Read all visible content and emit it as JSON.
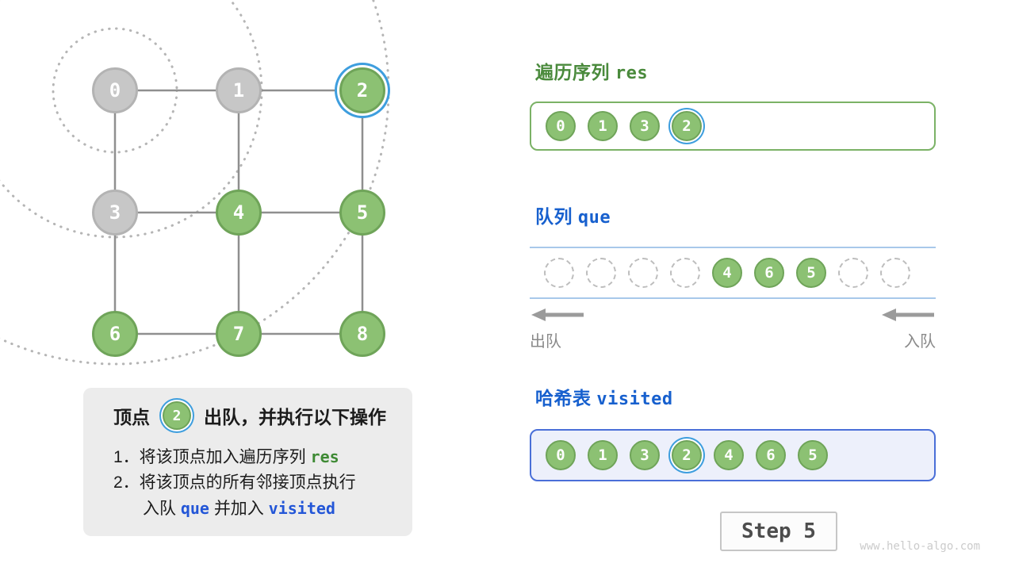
{
  "colors": {
    "green_fill": "#8CC173",
    "green_border": "#6FA459",
    "gray_fill": "#C7C7C7",
    "gray_border": "#B3B3B3",
    "highlight_ring": "#3E9EDE",
    "edge": "#8F8F8F",
    "arc": "#B5B5B5",
    "res_title": "#4A8A3C",
    "res_border": "#7BB266",
    "blue_title": "#1760CE",
    "code_green": "#3E8A34",
    "code_blue": "#2356D7",
    "visited_border": "#4A6FD8",
    "visited_bg": "#EDF0FB",
    "queue_line": "#A8C8EA",
    "arrow": "#9B9B9B",
    "label_gray": "#8A8A8A"
  },
  "graph": {
    "nodes": [
      {
        "label": "0",
        "state": "gray"
      },
      {
        "label": "1",
        "state": "gray"
      },
      {
        "label": "2",
        "state": "green",
        "highlighted": true
      },
      {
        "label": "3",
        "state": "gray"
      },
      {
        "label": "4",
        "state": "green"
      },
      {
        "label": "5",
        "state": "green"
      },
      {
        "label": "6",
        "state": "green"
      },
      {
        "label": "7",
        "state": "green"
      },
      {
        "label": "8",
        "state": "green"
      }
    ],
    "edges": [
      [
        0,
        1
      ],
      [
        1,
        2
      ],
      [
        3,
        4
      ],
      [
        4,
        5
      ],
      [
        6,
        7
      ],
      [
        7,
        8
      ],
      [
        0,
        3
      ],
      [
        3,
        6
      ],
      [
        1,
        4
      ],
      [
        4,
        7
      ],
      [
        2,
        5
      ],
      [
        5,
        8
      ]
    ],
    "wavefront_radii": [
      78,
      185,
      345
    ]
  },
  "info_panel": {
    "header_prefix": "顶点",
    "header_node": "2",
    "header_suffix": "出队，并执行以下操作",
    "line1_text": "1．将该顶点加入遍历序列",
    "line1_code": "res",
    "line2_text": "2．将该顶点的所有邻接顶点执行",
    "line3_part1": "入队",
    "line3_code1": "que",
    "line3_part2": "并加入",
    "line3_code2": "visited"
  },
  "res_section": {
    "title_zh": "遍历序列",
    "title_code": "res",
    "items": [
      "0",
      "1",
      "3",
      "2"
    ],
    "highlight_index": 3
  },
  "queue_section": {
    "title_zh": "队列",
    "title_code": "que",
    "slots": [
      null,
      null,
      null,
      null,
      "4",
      "6",
      "5",
      null,
      null
    ],
    "dequeue_label": "出队",
    "enqueue_label": "入队"
  },
  "visited_section": {
    "title_zh": "哈希表",
    "title_code": "visited",
    "items": [
      "0",
      "1",
      "3",
      "2",
      "4",
      "6",
      "5"
    ],
    "highlight_index": 3
  },
  "step_label": "Step 5",
  "watermark": "www.hello-algo.com"
}
